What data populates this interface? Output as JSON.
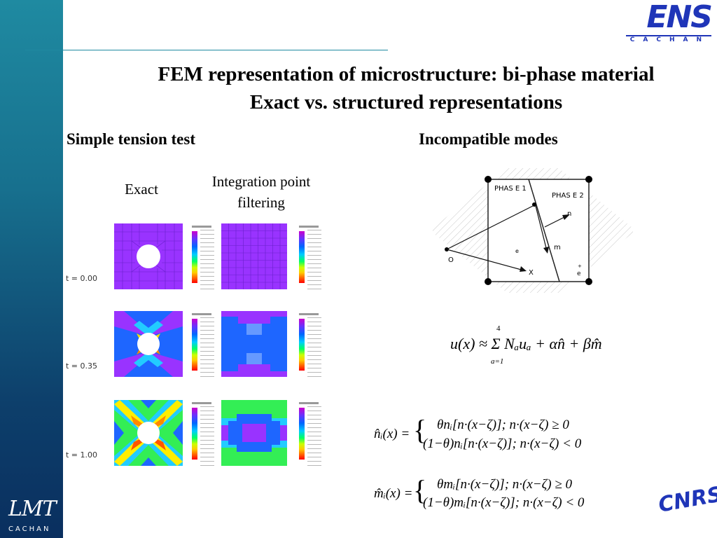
{
  "title": {
    "line1": "FEM representation of microstructure: bi-phase material",
    "line2": "Exact vs. structured representations"
  },
  "left_heading": "Simple tension test",
  "right_heading": "Incompatible modes",
  "col_exact": "Exact",
  "col_filter_line1": "Integration point",
  "col_filter_line2": "filtering",
  "time_labels": [
    "t = 0.00",
    "t = 0.35",
    "t = 1.00"
  ],
  "ens_logo": {
    "name": "ENS",
    "sub": "CACHAN"
  },
  "diagram": {
    "phase1": "PHAS E 1",
    "phase2": "PHAS E 2",
    "origin": "O",
    "x": "X",
    "n": "n",
    "m": "m",
    "e": "e",
    "eplus": "e",
    "plus": "+"
  },
  "equations": {
    "u": "u(x) ≈ Σ Nₐuₐ + αn̂ + βm̂",
    "sum_top": "4",
    "sum_bottom": "a=1",
    "n_lhs": "n̂ᵢ(x) =",
    "n_case1": "θnᵢ[n·(x−ζ)]; n·(x−ζ) ≥ 0",
    "n_case2": "(1−θ)nᵢ[n·(x−ζ)]; n·(x−ζ) < 0",
    "m_lhs": "m̂ᵢ(x) =",
    "m_case1": "θmᵢ[n·(x−ζ)]; n·(x−ζ) ≥ 0",
    "m_case2": "(1−θ)mᵢ[n·(x−ζ)]; n·(x−ζ) < 0"
  },
  "lmt_logo": {
    "name": "LMT",
    "sub": "CACHAN"
  },
  "cnrs_logo": "CNRS",
  "colors": {
    "sidebar": "#17708e",
    "accent": "#1f35b8",
    "magenta": "#9933ff"
  }
}
